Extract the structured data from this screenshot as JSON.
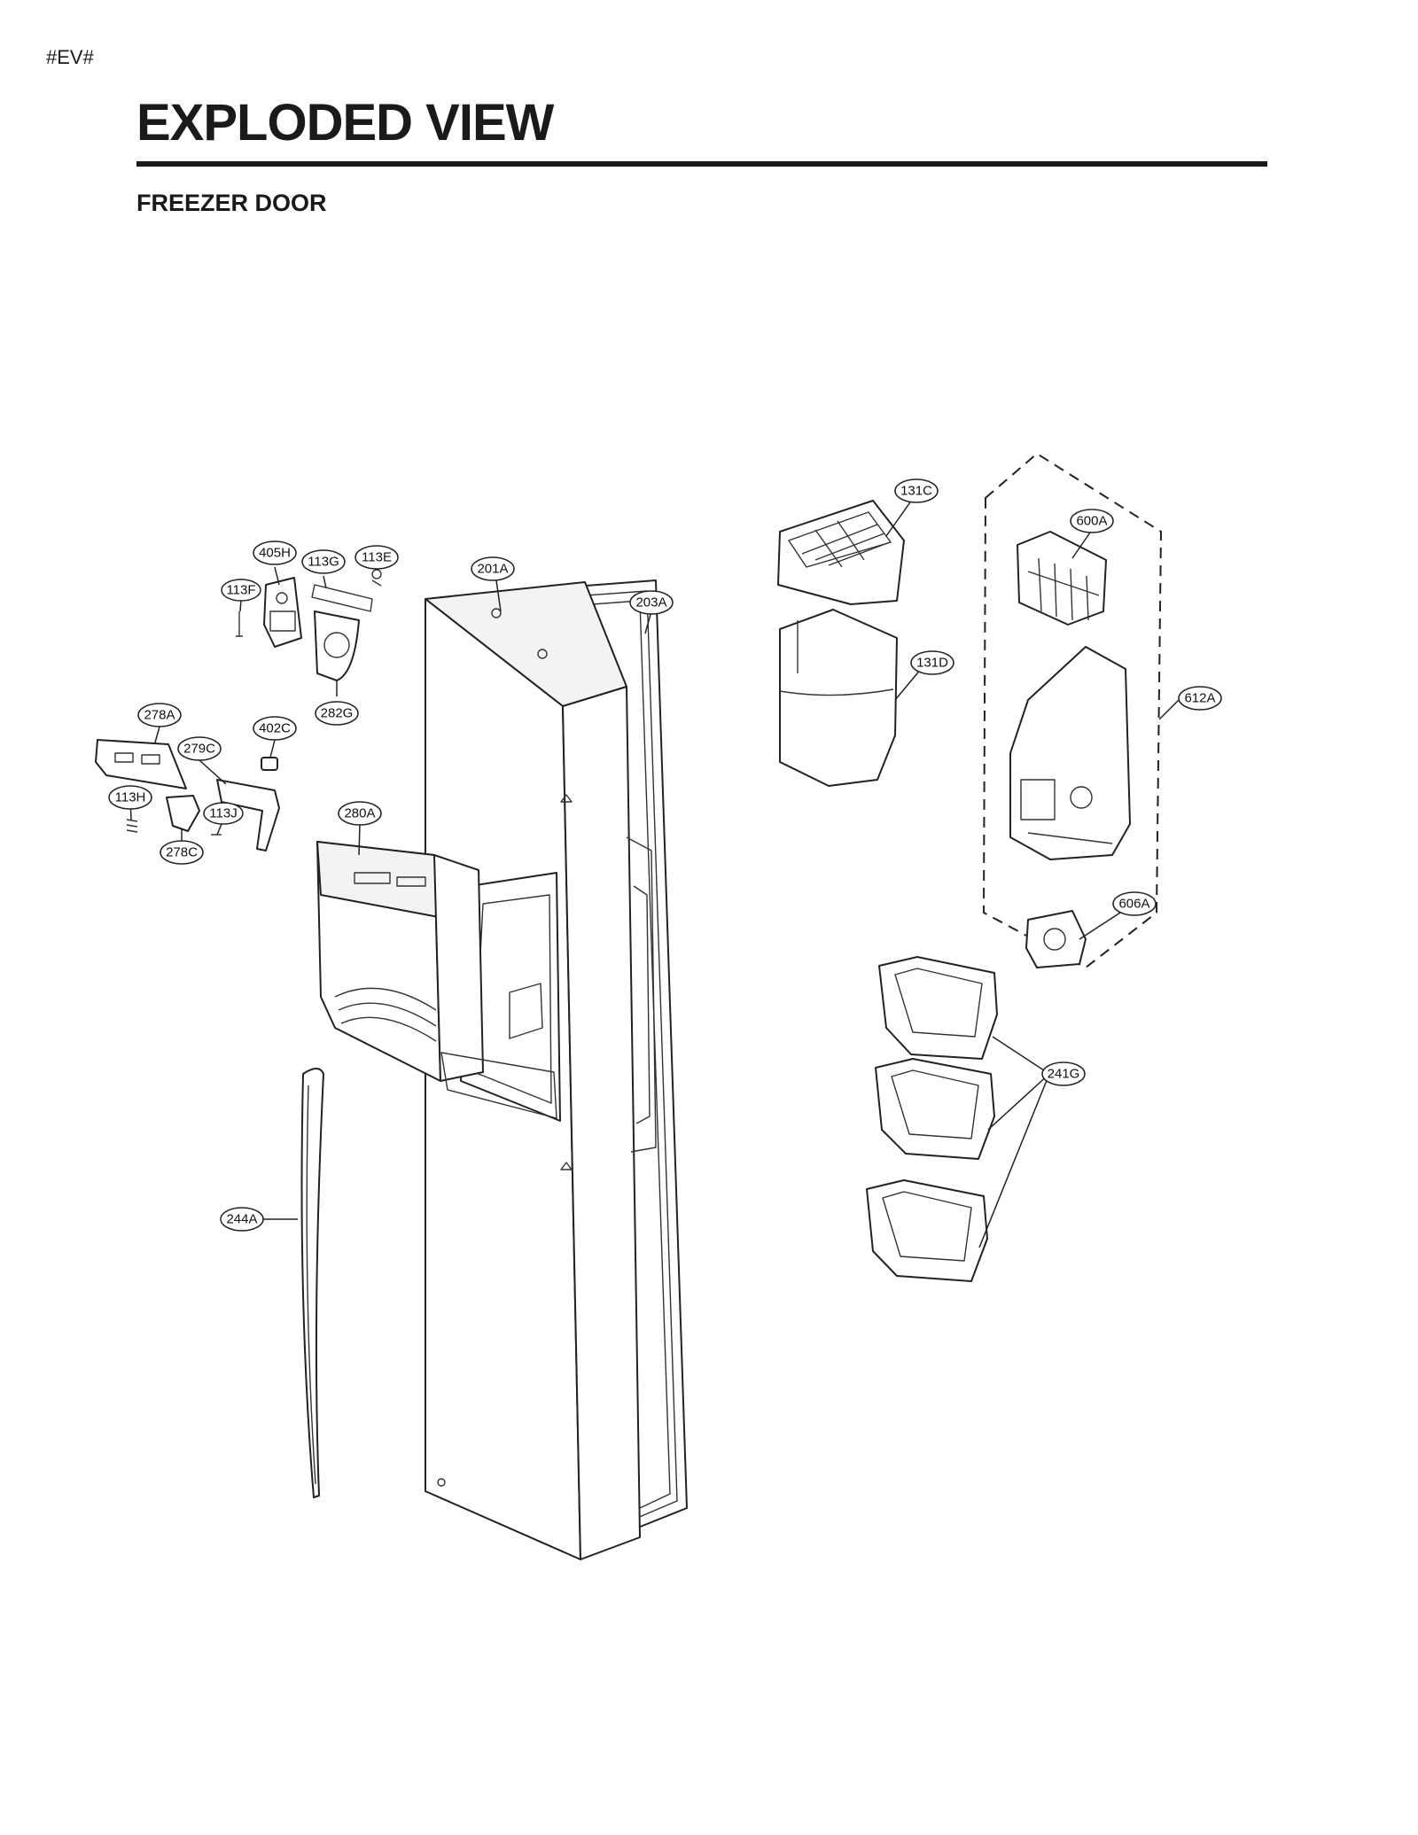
{
  "header": {
    "page_code": "#EV#",
    "title": "EXPLODED VIEW",
    "section": "FREEZER DOOR"
  },
  "parts": [
    {
      "id": "405H",
      "name": "part-405h"
    },
    {
      "id": "113G",
      "name": "part-113g"
    },
    {
      "id": "113E",
      "name": "part-113e"
    },
    {
      "id": "113F",
      "name": "part-113f"
    },
    {
      "id": "282G",
      "name": "part-282g"
    },
    {
      "id": "278A",
      "name": "part-278a"
    },
    {
      "id": "402C",
      "name": "part-402c"
    },
    {
      "id": "279C",
      "name": "part-279c"
    },
    {
      "id": "113H",
      "name": "part-113h"
    },
    {
      "id": "113J",
      "name": "part-113j"
    },
    {
      "id": "278C",
      "name": "part-278c"
    },
    {
      "id": "280A",
      "name": "part-280a"
    },
    {
      "id": "201A",
      "name": "part-201a"
    },
    {
      "id": "203A",
      "name": "part-203a"
    },
    {
      "id": "244A",
      "name": "part-244a"
    },
    {
      "id": "131C",
      "name": "part-131c"
    },
    {
      "id": "131D",
      "name": "part-131d"
    },
    {
      "id": "600A",
      "name": "part-600a"
    },
    {
      "id": "612A",
      "name": "part-612a"
    },
    {
      "id": "606A",
      "name": "part-606a"
    },
    {
      "id": "241G",
      "name": "part-241g"
    }
  ]
}
